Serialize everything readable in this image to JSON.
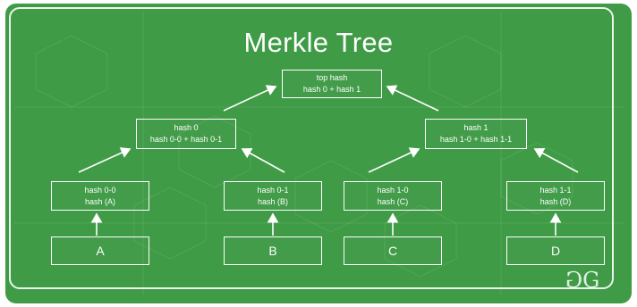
{
  "title": "Merkle Tree",
  "colors": {
    "background": "#3f9b46",
    "foreground": "#ffffff"
  },
  "nodes": {
    "top": {
      "line1": "top hash",
      "line2": "hash 0 + hash 1"
    },
    "h0": {
      "line1": "hash 0",
      "line2": "hash 0-0 + hash 0-1"
    },
    "h1": {
      "line1": "hash 1",
      "line2": "hash 1-0 + hash 1-1"
    },
    "h00": {
      "line1": "hash 0-0",
      "line2": "hash (A)"
    },
    "h01": {
      "line1": "hash 0-1",
      "line2": "hash (B)"
    },
    "h10": {
      "line1": "hash 1-0",
      "line2": "hash (C)"
    },
    "h11": {
      "line1": "hash 1-1",
      "line2": "hash (D)"
    }
  },
  "leaves": {
    "a": "A",
    "b": "B",
    "c": "C",
    "d": "D"
  },
  "logo": "GG"
}
